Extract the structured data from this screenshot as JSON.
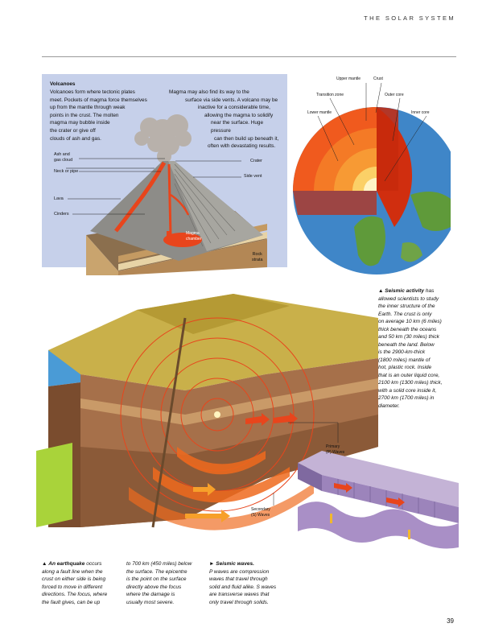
{
  "header": {
    "section": "THE SOLAR SYSTEM"
  },
  "volcano": {
    "title": "Volcanoes",
    "text_left": [
      "Volcanoes form where tectonic plates",
      "meet. Pockets of magma force themselves",
      "up from the mantle through weak",
      "points in the crust. The molten",
      "magma may bubble inside",
      "the crater or give off",
      "clouds of ash and gas."
    ],
    "text_right": [
      "Magma may also find its way to the",
      "surface via side vents. A volcano may be",
      "inactive for a considerable time,",
      "allowing the magma to solidify",
      "near the surface. Huge pressure",
      "can then build up beneath it,",
      "often with devastating results."
    ],
    "labels": {
      "ash_line1": "Ash and",
      "ash_line2": "gas cloud",
      "neck": "Neck or pipe",
      "lava": "Lava",
      "cinders": "Cinders",
      "crater": "Crater",
      "side_vent": "Side vent",
      "magma_line1": "Magma",
      "magma_line2": "chamber",
      "rock_line1": "Rock",
      "rock_line2": "strata"
    }
  },
  "earth": {
    "labels": {
      "upper_mantle": "Upper mantle",
      "crust": "Crust",
      "transition_zone": "Transition zone",
      "outer_core": "Outer core",
      "lower_mantle": "Lower mantle",
      "inner_core": "Inner core"
    }
  },
  "seismic_caption": {
    "bold": "Seismic activity",
    "lines": [
      " has",
      "allowed scientists to study",
      "the inner structure of the",
      "Earth. The crust is only",
      "on average 10 km (6 miles)",
      "thick beneath the oceans",
      "and 50 km (30 miles) thick",
      "beneath the land. Below",
      "is the 2900-km-thick",
      "(1800 miles) mantle of",
      "hot, plastic rock. Inside",
      "that is an outer liquid core,",
      "2100 km (1300 miles) thick,",
      "with a solid core inside it,",
      "2700 km (1700 miles) in",
      "diameter."
    ]
  },
  "waves": {
    "primary_line1": "Primary",
    "primary_line2": "(P) Waves",
    "secondary_line1": "Secondary",
    "secondary_line2": "(S) Waves"
  },
  "bottom_captions": {
    "col1_bold": "An earthquake",
    "col1_lines": [
      " occurs",
      "along a fault line when the",
      "crust on either side is being",
      "forced to move in different",
      "directions. The focus, where",
      "the fault gives, can be up"
    ],
    "col2_lines": [
      "to 700 km (450 miles) below",
      "the surface. The epicentre",
      "is the point on the surface",
      "directly above the focus",
      "where the damage is",
      "usually most severe."
    ],
    "col3_bold": "Seismic waves.",
    "col3_lines": [
      "P waves are compression",
      "waves that travel through",
      "solid and fluid alike. S waves",
      "are transverse waves that",
      "only travel through solids."
    ]
  },
  "page_number": "39",
  "colors": {
    "panel": "#c6d0ea",
    "magma": "#e8451c",
    "ocean": "#3f86c8",
    "land": "#5f9a3a"
  }
}
